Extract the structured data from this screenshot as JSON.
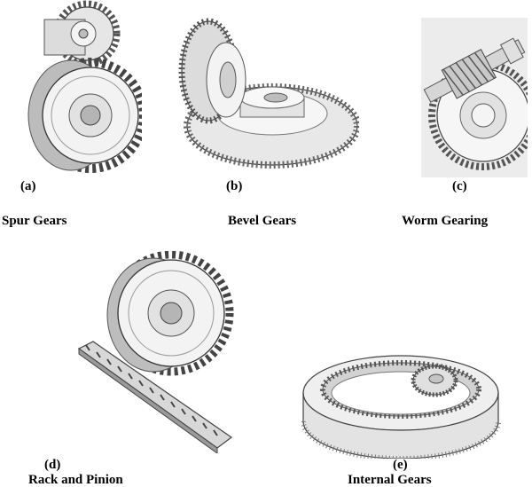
{
  "figures": [
    {
      "tag": "(a)",
      "caption": "Spur Gears",
      "icon": "spur-gears-icon"
    },
    {
      "tag": "(b)",
      "caption": "Bevel Gears",
      "icon": "bevel-gears-icon"
    },
    {
      "tag": "(c)",
      "caption": "Worm Gearing",
      "icon": "worm-gearing-icon"
    },
    {
      "tag": "(d)",
      "caption": "Rack and Pinion",
      "icon": "rack-and-pinion-icon"
    },
    {
      "tag": "(e)",
      "caption": "Internal Gears",
      "icon": "internal-gears-icon"
    }
  ],
  "colors": {
    "background": "#ffffff",
    "ink": "#000000",
    "gear_light": "#f2f2f2",
    "gear_mid": "#cfcfcf",
    "gear_dark": "#6e6e6e",
    "worm_panel": "#ececec"
  }
}
